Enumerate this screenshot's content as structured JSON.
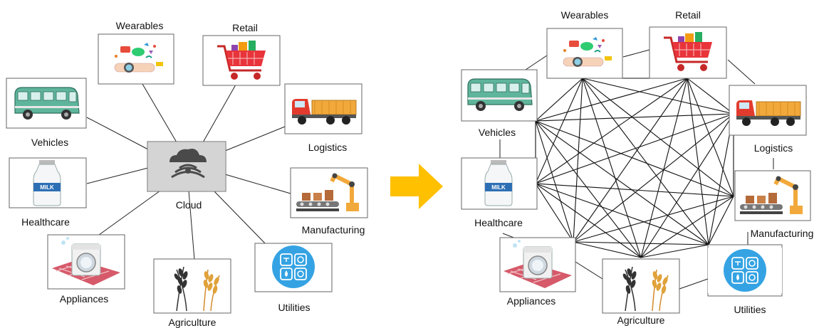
{
  "left": {
    "hub": "Cloud",
    "nodes": {
      "wearables": "Wearables",
      "retail": "Retail",
      "vehicles": "Vehicles",
      "logistics": "Logistics",
      "healthcare": "Healthcare",
      "manufacturing": "Manufacturing",
      "appliances": "Appliances",
      "agriculture": "Agriculture",
      "utilities": "Utilities"
    }
  },
  "right": {
    "nodes": {
      "wearables": "Wearables",
      "retail": "Retail",
      "vehicles": "Vehicles",
      "logistics": "Logistics",
      "healthcare": "Healthcare",
      "manufacturing": "Manufacturing",
      "appliances": "Appliances",
      "agriculture": "Agriculture",
      "utilities": "Utilities"
    }
  },
  "colors": {
    "arrow": "#FFC000",
    "vehicle_body": "#5FB59B",
    "cart": "#E8343A",
    "truck_cab": "#E23B2E",
    "truck_bed": "#F2A93B",
    "utilities_circle": "#35A3E3",
    "cloud": "#4A4A4A"
  },
  "icons": [
    "cloud-icon",
    "smartwatch-icon",
    "shopping-cart-icon",
    "van-icon",
    "truck-icon",
    "milk-bottle-icon",
    "robot-arm-icon",
    "washing-machine-icon",
    "wheat-icon",
    "utilities-icon",
    "right-arrow-icon"
  ]
}
